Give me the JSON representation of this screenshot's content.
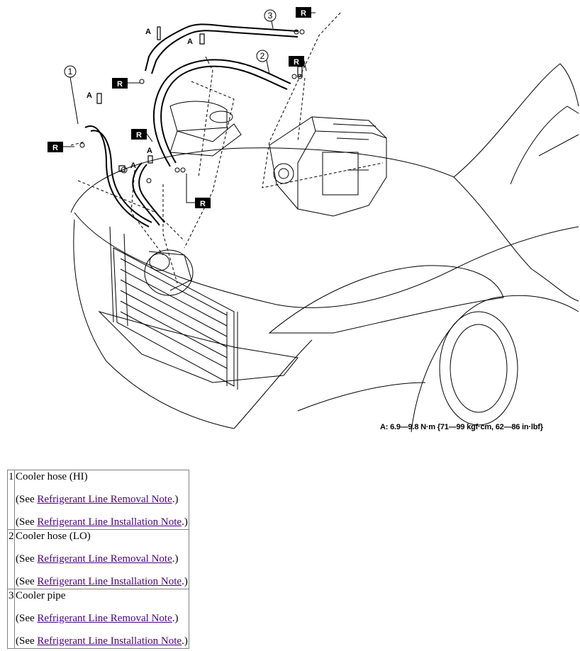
{
  "figure": {
    "callouts": [
      "1",
      "2",
      "3"
    ],
    "bolt_label": "A",
    "replace_label": "R",
    "torque_note": "A: 6.9—9.8 N·m {71—99 kgf·cm, 62—86 in·lbf}"
  },
  "parts": [
    {
      "number": "1",
      "name": "Cooler hose (HI)",
      "see_prefix": "(See ",
      "see_suffix": ".)",
      "removal_link": "Refrigerant Line Removal Note",
      "installation_link": "Refrigerant Line Installation Note"
    },
    {
      "number": "2",
      "name": "Cooler hose (LO)",
      "see_prefix": "(See ",
      "see_suffix": ".)",
      "removal_link": "Refrigerant Line Removal Note",
      "installation_link": "Refrigerant Line Installation Note"
    },
    {
      "number": "3",
      "name": "Cooler pipe",
      "see_prefix": "(See ",
      "see_suffix": ".)",
      "removal_link": "Refrigerant Line Removal Note",
      "installation_link": "Refrigerant Line Installation Note"
    }
  ]
}
